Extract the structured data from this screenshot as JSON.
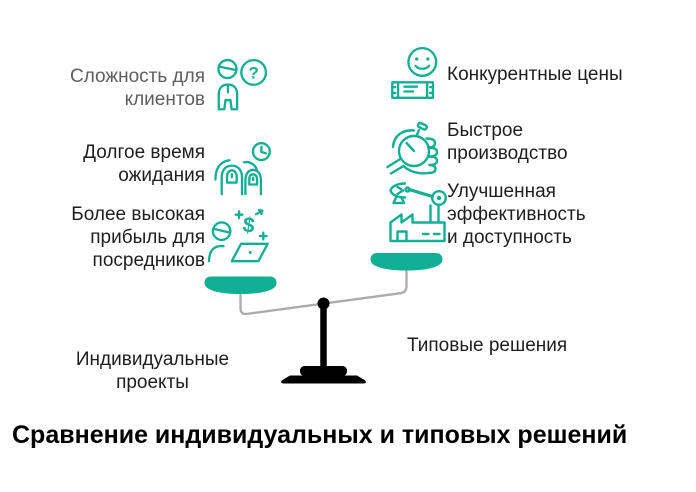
{
  "colors": {
    "accent": "#12AF95",
    "text_gray": "#5E5E5E",
    "text_dark": "#1E1E1E",
    "beam_gray": "#ABABAB",
    "scale_black": "#000000"
  },
  "title": "Сравнение индивидуальных и типовых решений",
  "icons": {
    "question_glyph": "?",
    "dollar_glyph": "$"
  },
  "left_column": {
    "bottom_label_lines": [
      "Индивидуальные",
      "проекты"
    ],
    "items": [
      {
        "icon": "person-question-icon",
        "lines": [
          "Сложность для",
          "клиентов"
        ]
      },
      {
        "icon": "queue-waiting-clock-icon",
        "lines": [
          "Долгое время",
          "ожидания"
        ]
      },
      {
        "icon": "person-laptop-dollar-icon",
        "lines": [
          "Более высокая",
          "прибыль для",
          "посредников"
        ]
      }
    ]
  },
  "right_column": {
    "bottom_label": "Типовые решения",
    "items": [
      {
        "icon": "smiley-price-display-icon",
        "lines": [
          "Конкурентные цены"
        ]
      },
      {
        "icon": "hand-stopwatch-icon",
        "lines": [
          "Быстрое",
          "производство"
        ]
      },
      {
        "icon": "factory-robot-arm-icon",
        "lines": [
          "Улучшенная",
          "эффективность",
          "и доступность"
        ]
      }
    ]
  }
}
